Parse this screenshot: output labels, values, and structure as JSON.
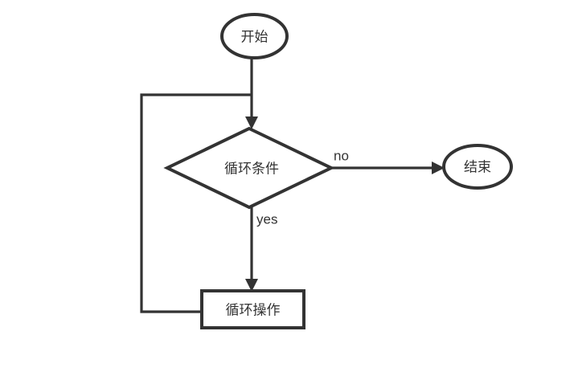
{
  "diagram": {
    "type": "flowchart",
    "title": "",
    "background_color": "#ffffff",
    "stroke_color": "#333333",
    "text_color": "#333333",
    "nodes": [
      {
        "id": "start",
        "shape": "oval",
        "label": "开始"
      },
      {
        "id": "condition",
        "shape": "diamond",
        "label": "循环条件"
      },
      {
        "id": "end",
        "shape": "oval",
        "label": "结束"
      },
      {
        "id": "operation",
        "shape": "rectangle",
        "label": "循环操作"
      }
    ],
    "edges": [
      {
        "id": "start-to-condition",
        "from": "start",
        "to": "condition",
        "label": ""
      },
      {
        "id": "condition-to-end",
        "from": "condition",
        "to": "end",
        "label": "no"
      },
      {
        "id": "condition-to-operation",
        "from": "condition",
        "to": "operation",
        "label": "yes"
      },
      {
        "id": "operation-to-condition",
        "from": "operation",
        "to": "condition",
        "label": ""
      }
    ]
  }
}
